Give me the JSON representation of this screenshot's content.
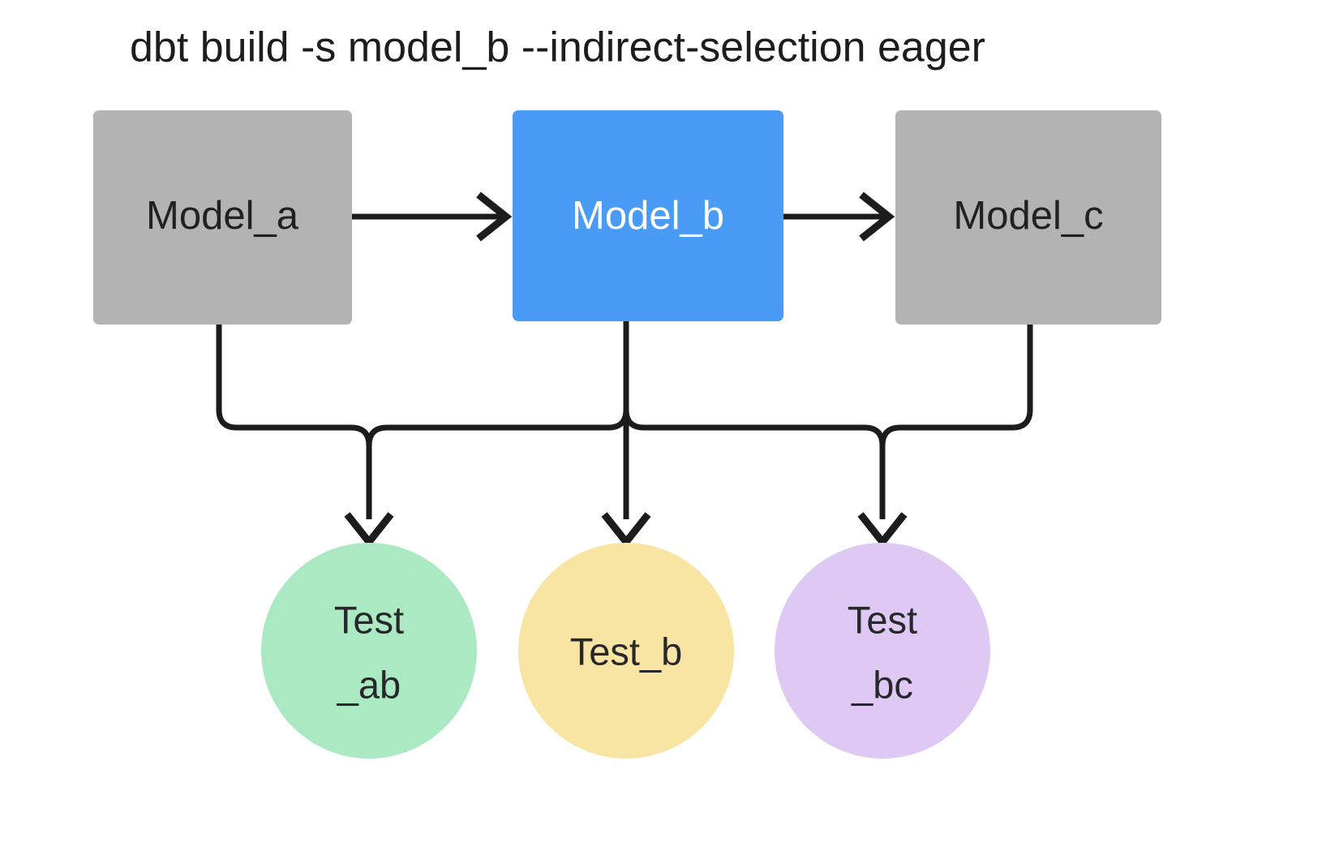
{
  "title": "dbt build -s model_b --indirect-selection eager",
  "colors": {
    "background": "#ffffff",
    "model_default": "#b3b3b3",
    "model_selected": "#4a9bf5",
    "test_ab": "#abe9c3",
    "test_b": "#f8e4a3",
    "test_bc": "#dec9f5",
    "edge": "#1c1c1c",
    "text_dark": "#212121",
    "text_light": "#ffffff"
  },
  "models": [
    {
      "id": "model_a",
      "label": "Model_a",
      "fill": "#b3b3b3",
      "text_color": "#212121",
      "selected": false
    },
    {
      "id": "model_b",
      "label": "Model_b",
      "fill": "#4a9bf5",
      "text_color": "#ffffff",
      "selected": true
    },
    {
      "id": "model_c",
      "label": "Model_c",
      "fill": "#b3b3b3",
      "text_color": "#212121",
      "selected": false
    }
  ],
  "tests": [
    {
      "id": "test_ab",
      "line1": "Test",
      "line2": "_ab",
      "fill": "#abe9c3"
    },
    {
      "id": "test_b",
      "line1": "Test_b",
      "line2": "",
      "fill": "#f8e4a3"
    },
    {
      "id": "test_bc",
      "line1": "Test",
      "line2": "_bc",
      "fill": "#dec9f5"
    }
  ],
  "edges": [
    {
      "from": "model_a",
      "to": "model_b",
      "kind": "ref"
    },
    {
      "from": "model_b",
      "to": "model_c",
      "kind": "ref"
    },
    {
      "from": "model_a",
      "to": "test_ab",
      "kind": "test"
    },
    {
      "from": "model_b",
      "to": "test_ab",
      "kind": "test"
    },
    {
      "from": "model_b",
      "to": "test_b",
      "kind": "test"
    },
    {
      "from": "model_b",
      "to": "test_bc",
      "kind": "test"
    },
    {
      "from": "model_c",
      "to": "test_bc",
      "kind": "test"
    }
  ]
}
